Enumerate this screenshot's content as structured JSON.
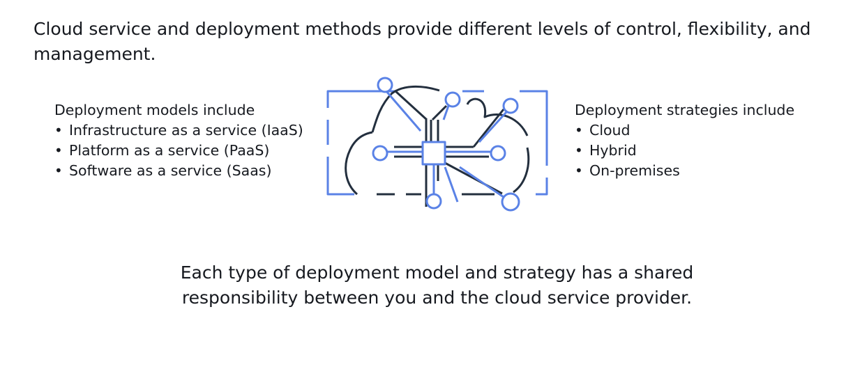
{
  "intro": "Cloud service and deployment methods provide different levels of control, flexibility, and management.",
  "models": {
    "title": "Deployment models include",
    "items": [
      "Infrastructure as a service (IaaS)",
      "Platform as a service (PaaS)",
      "Software as a service (Saas)"
    ]
  },
  "strategies": {
    "title": "Deployment strategies include",
    "items": [
      "Cloud",
      "Hybrid",
      "On-premises"
    ]
  },
  "footer": "Each type of deployment model and strategy has a shared responsibility between you and the cloud service provider.",
  "bullet": "•",
  "colors": {
    "accent": "#5a82e6",
    "outline": "#232f3e",
    "text": "#16191f"
  },
  "illustration_icon": "cloud-circuit-icon"
}
